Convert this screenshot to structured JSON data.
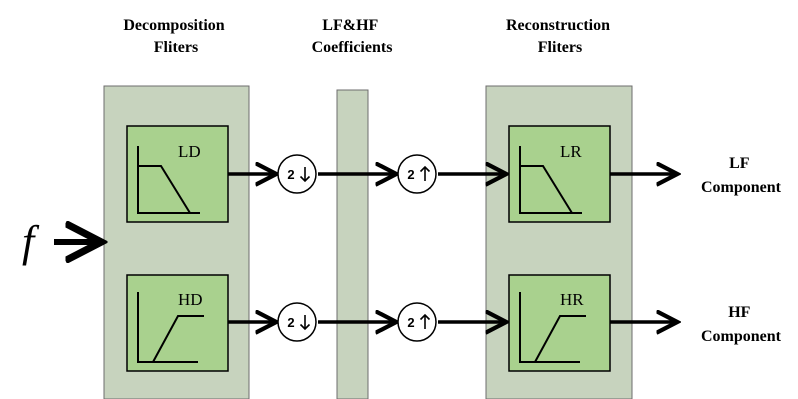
{
  "headers": {
    "decomposition": [
      "Decomposition",
      "Fliters"
    ],
    "coefficients": [
      "LF&HF",
      "Coefficients"
    ],
    "reconstruction": [
      "Reconstruction",
      "Fliters"
    ]
  },
  "input_label": "f",
  "filters": {
    "ld": "LD",
    "hd": "HD",
    "lr": "LR",
    "hr": "HR"
  },
  "operators": {
    "downsample": "2",
    "upsample": "2"
  },
  "outputs": {
    "lf": [
      "LF",
      "Component"
    ],
    "hf": [
      "HF",
      "Component"
    ]
  },
  "colors": {
    "panel_fill": "#c7d3be",
    "filter_fill": "#a9d18e",
    "stroke": "#000000"
  }
}
